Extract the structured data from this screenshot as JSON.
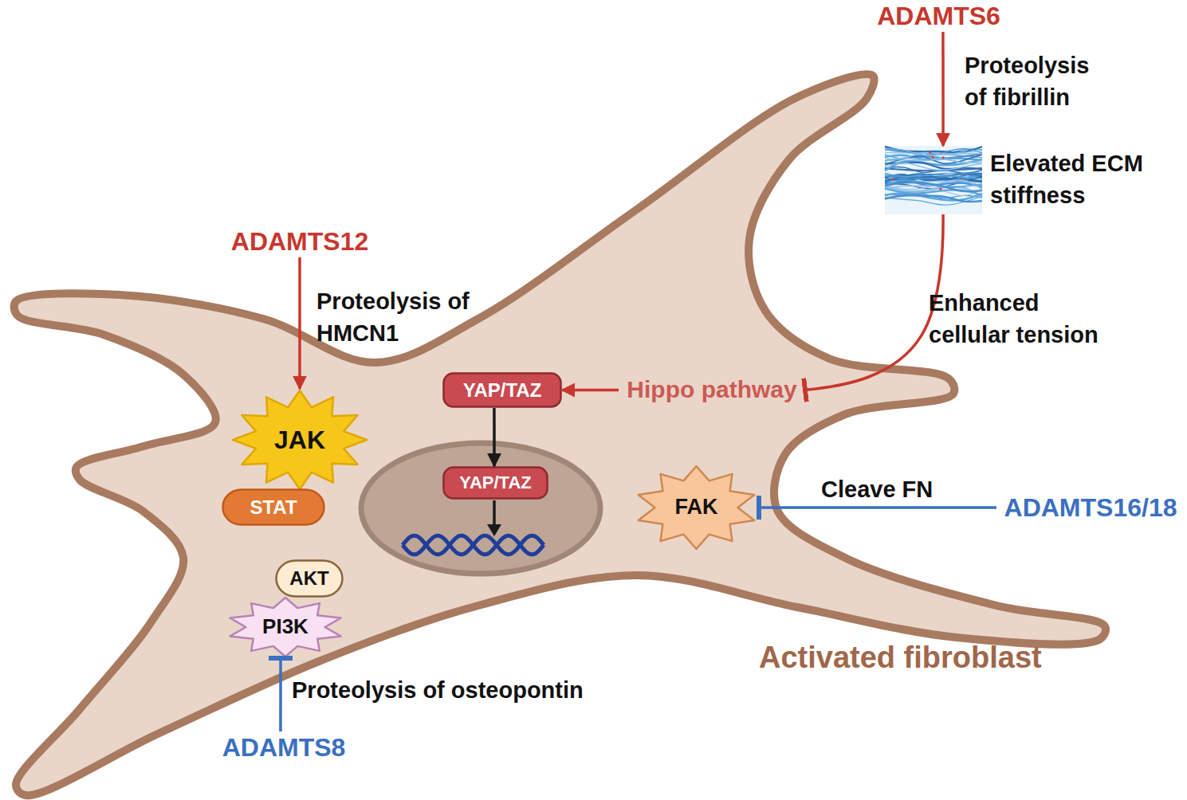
{
  "diagram": {
    "nodes": [
      {
        "text": [
          "Activated fibroblast"
        ]
      },
      {
        "text": [
          "ADAMTS6"
        ]
      },
      {
        "text": [
          "Elevated ECM stiffness"
        ]
      },
      {
        "text": [
          "ADAMTS12"
        ]
      },
      {
        "text": [
          "YAP/TAZ"
        ],
        "in": 0
      },
      {
        "text": [
          "Hippo pathway"
        ],
        "in": 0
      },
      {
        "text": [
          "JAK"
        ],
        "in": 0
      },
      {
        "text": [
          "YAP/TAZ"
        ],
        "in": 0
      },
      {
        "text": [
          "STAT"
        ],
        "in": 0
      },
      {
        "text": [
          "FAK"
        ],
        "in": 0
      },
      {
        "text": [
          "ADAMTS16/18"
        ]
      },
      {
        "text": [
          "AKT"
        ],
        "in": 0
      },
      {
        "text": [
          "PI3K"
        ],
        "in": 0
      },
      {
        "text": [
          "ADAMTS8"
        ]
      }
    ],
    "edges": [
      {
        "from": 1,
        "to": 2,
        "label": "Proteolysis of fibrillin",
        "arrow": "to"
      },
      {
        "from": 2,
        "to": 5,
        "label": "Enhanced cellular tension",
        "arrow": "to"
      },
      {
        "from": 3,
        "to": 6,
        "label": "Proteolysis of HMCN1",
        "arrow": "to"
      },
      {
        "from": 5,
        "to": 4,
        "arrow": "to"
      },
      {
        "from": 4,
        "to": 7,
        "arrow": "to"
      },
      {
        "from": 10,
        "to": 9,
        "label": "Cleave FN",
        "arrow": "to"
      },
      {
        "from": 13,
        "to": 12,
        "label": "Proteolysis of osteopontin",
        "arrow": "to"
      }
    ]
  }
}
